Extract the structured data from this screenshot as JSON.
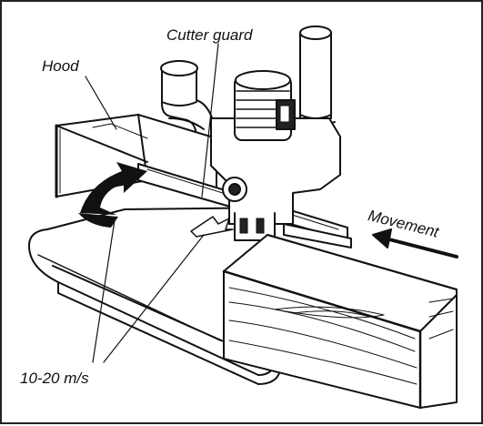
{
  "labels": {
    "hood": "Hood",
    "cutter_guard": "Cutter guard",
    "movement": "Movement",
    "air_speed": "10-20 m/s"
  }
}
